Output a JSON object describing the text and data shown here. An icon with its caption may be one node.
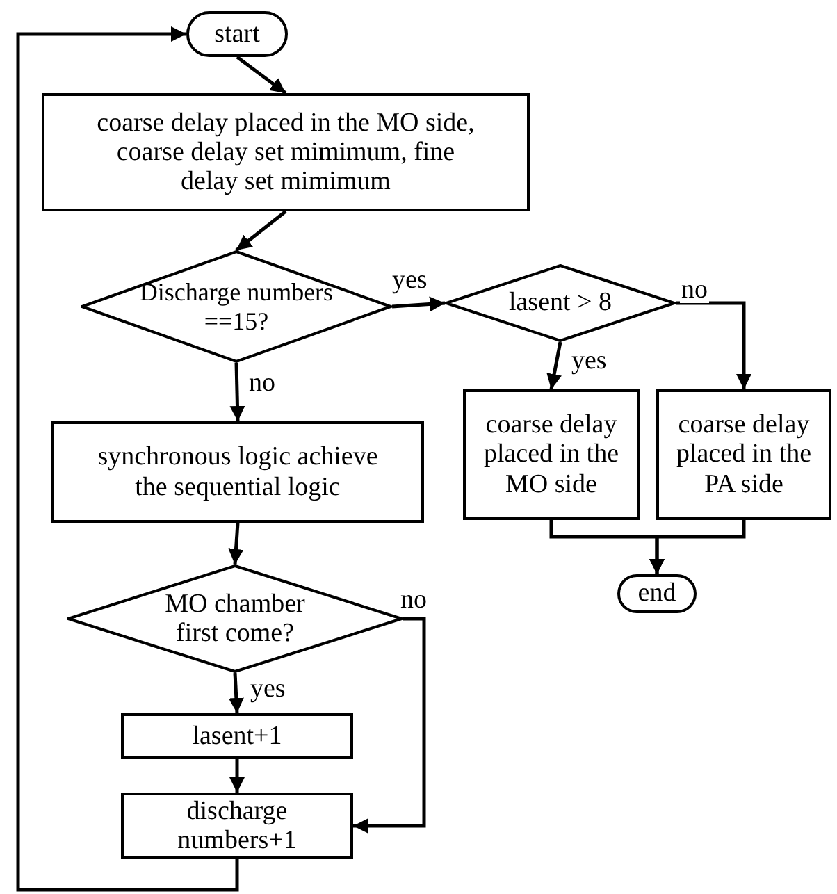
{
  "diagram": {
    "nodes": [
      {
        "text": [
          "start"
        ]
      },
      {
        "text": [
          "coarse delay placed in the MO side, coarse delay set mimimum, fine delay set mimimum"
        ]
      },
      {
        "text": [
          "Discharge numbers ==15?"
        ]
      },
      {
        "text": [
          "lasent > 8"
        ]
      },
      {
        "text": [
          "coarse delay placed in the MO side"
        ]
      },
      {
        "text": [
          "coarse delay placed in the PA side"
        ]
      },
      {
        "text": [
          "synchronous logic achieve the sequential logic"
        ]
      },
      {
        "text": [
          "MO chamber first come?"
        ]
      },
      {
        "text": [
          "lasent+1"
        ]
      },
      {
        "text": [
          "discharge numbers+1"
        ]
      },
      {
        "text": [
          "end"
        ]
      }
    ],
    "edges": [
      {
        "from": 0,
        "to": 1,
        "arrow": "to"
      },
      {
        "from": 1,
        "to": 2,
        "arrow": "to"
      },
      {
        "from": 2,
        "to": 3,
        "arrow": "to",
        "label": "yes"
      },
      {
        "from": 3,
        "to": 4,
        "arrow": "to",
        "label": "yes"
      },
      {
        "from": 3,
        "to": 5,
        "arrow": "to",
        "label": "no"
      },
      {
        "from": 2,
        "to": 6,
        "arrow": "to",
        "label": "no"
      },
      {
        "from": 6,
        "to": 7,
        "arrow": "to"
      },
      {
        "from": 7,
        "to": 8,
        "arrow": "to",
        "label": "yes"
      },
      {
        "from": 8,
        "to": 9,
        "arrow": "to"
      },
      {
        "from": 7,
        "to": 9,
        "arrow": "to",
        "label": "no"
      },
      {
        "from": 9,
        "to": 0,
        "arrow": "to"
      },
      {
        "from": 4,
        "to": 10,
        "arrow": "to"
      },
      {
        "from": 5,
        "to": 10,
        "arrow": "to"
      }
    ]
  }
}
